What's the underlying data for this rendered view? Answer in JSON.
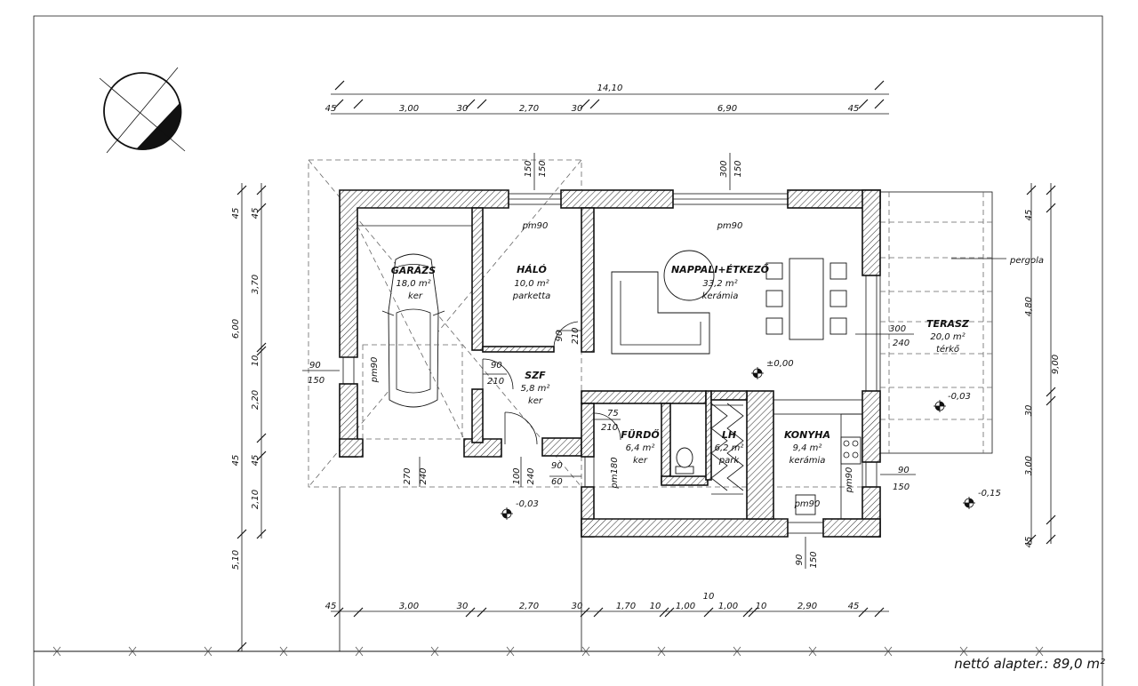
{
  "rooms": {
    "garazs": {
      "name": "GARÁZS",
      "area": "18,0 m²",
      "floor": "ker"
    },
    "halo": {
      "name": "HÁLÓ",
      "area": "10,0 m²",
      "floor": "parketta"
    },
    "nappali": {
      "name": "NAPPALI+ÉTKEZŐ",
      "area": "33,2 m²",
      "floor": "kerámia"
    },
    "szf": {
      "name": "SZF",
      "area": "5,8 m²",
      "floor": "ker"
    },
    "furdo": {
      "name": "FÜRDŐ",
      "area": "6,4 m²",
      "floor": "ker"
    },
    "lh": {
      "name": "LH",
      "area": "6,2 m²",
      "floor": "park"
    },
    "konyha": {
      "name": "KONYHA",
      "area": "9,4 m²",
      "floor": "kerámia"
    },
    "terasz": {
      "name": "TERASZ",
      "area": "20,0 m²",
      "floor": "térkő"
    }
  },
  "labels": {
    "pergola": "pergola",
    "pm90": "pm90",
    "pm180": "pm180",
    "level_0": "±0,00",
    "level_003": "-0,03",
    "level_015": "-0,15",
    "footer": "nettó alapter.: 89,0 m²"
  },
  "dims": {
    "top_total": "14,10",
    "top_row": [
      "45",
      "3,00",
      "30",
      "2,70",
      "30",
      "6,90",
      "45"
    ],
    "bottom_row": [
      "45",
      "3,00",
      "30",
      "2,70",
      "30",
      "1,70",
      "10",
      "1,00",
      "1,00",
      "10",
      "2,90",
      "45"
    ],
    "bottom_mid": "10",
    "left_outer": [
      "6,00",
      "5,10"
    ],
    "left_inner": [
      "45",
      "45",
      "3,70",
      "10",
      "2,20",
      "45",
      "45",
      "2,10"
    ],
    "right_outer": "9,00",
    "right_inner": [
      "45",
      "4,80",
      "30",
      "3,00",
      "45"
    ],
    "openings": {
      "w_halo": [
        "150",
        "150"
      ],
      "w_nappali": [
        "300",
        "150"
      ],
      "w_konyha_b": [
        "90",
        "150"
      ],
      "w_konyha_r": [
        "90",
        "150"
      ],
      "door_terasz": [
        "300",
        "240"
      ],
      "garage_left": [
        "90",
        "150"
      ],
      "szf_door": [
        "90",
        "210"
      ],
      "halo_door": [
        "90",
        "210"
      ],
      "furdo_door": [
        "75",
        "210"
      ],
      "garage_door": [
        "270",
        "240"
      ],
      "entry_door": [
        "100",
        "240"
      ],
      "entry_win": [
        "90",
        "60"
      ]
    }
  }
}
